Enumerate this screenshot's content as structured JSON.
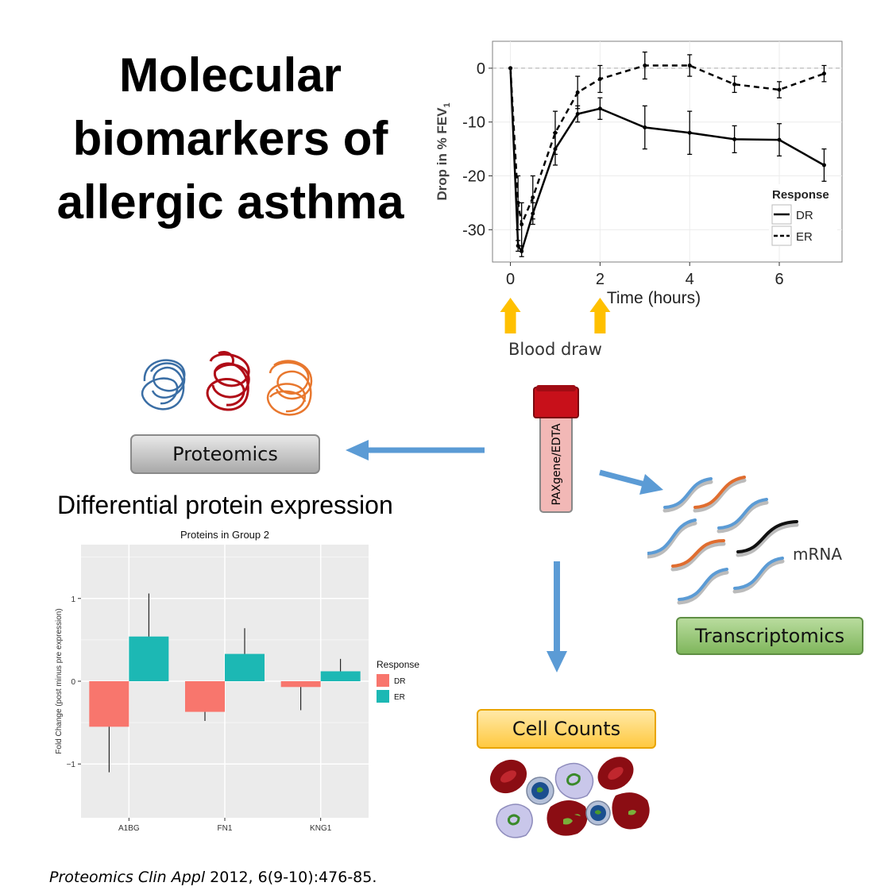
{
  "title_lines": [
    "Molecular",
    "biomarkers of",
    "allergic asthma"
  ],
  "blood_draw_label": "Blood draw",
  "tube_label": "PAXgene/EDTA",
  "proteomics_label": "Proteomics",
  "transcriptomics_label": "Transcriptomics",
  "cell_counts_label": "Cell Counts",
  "mrna_label": "mRNA",
  "differential_heading": "Differential protein expression",
  "citation": {
    "journal": "Proteomics Clin Appl",
    "rest": " 2012, 6(9-10):476-85."
  },
  "colors": {
    "dr": "#f8766d",
    "er": "#1cb8b4",
    "arrow": "#5b9bd5",
    "tick_arrow": "#ffc000",
    "protein_blue": "#3a6ea5",
    "protein_red": "#b00c17",
    "protein_orange": "#e8772e",
    "rbc": "#8b0d13",
    "mrna_blue": "#5b9bd5",
    "mrna_orange": "#e06d2f"
  },
  "icons": [
    "protein-tangle-icon",
    "blood-tube-icon",
    "mrna-strand-icon",
    "red-blood-cell-icon",
    "white-blood-cell-icon",
    "arrow-up-icon"
  ],
  "chart_data": [
    {
      "type": "line",
      "xlabel": "Time (hours)",
      "ylabel": "Drop in % FEV",
      "ylabel_sub": "1",
      "xlim": [
        -0.4,
        7.4
      ],
      "ylim": [
        -36,
        5
      ],
      "xticks": [
        0,
        2,
        4,
        6
      ],
      "yticks": [
        0,
        -10,
        -20,
        -30
      ],
      "grid": true,
      "legend_title": "Response",
      "legend_position": "bottom-right",
      "series": [
        {
          "name": "DR",
          "dash": "solid",
          "points": [
            [
              0,
              0
            ],
            [
              0.17,
              -33
            ],
            [
              0.25,
              -34
            ],
            [
              0.5,
              -27
            ],
            [
              1,
              -15
            ],
            [
              1.5,
              -8.5
            ],
            [
              2,
              -7.5
            ],
            [
              3,
              -11
            ],
            [
              4,
              -12
            ],
            [
              5,
              -13.2
            ],
            [
              6,
              -13.3
            ],
            [
              7,
              -18
            ]
          ],
          "err": [
            0,
            1,
            1,
            2,
            3,
            1.5,
            2,
            4,
            4,
            2.5,
            3,
            3
          ]
        },
        {
          "name": "ER",
          "dash": "dash",
          "points": [
            [
              0,
              0
            ],
            [
              0.17,
              -25
            ],
            [
              0.25,
              -29
            ],
            [
              0.5,
              -24
            ],
            [
              1,
              -12
            ],
            [
              1.5,
              -4.5
            ],
            [
              2,
              -2
            ],
            [
              3,
              0.5
            ],
            [
              4,
              0.5
            ],
            [
              5,
              -3
            ],
            [
              6,
              -4
            ],
            [
              7,
              -1
            ]
          ],
          "err": [
            0,
            5,
            4,
            4,
            4,
            3,
            2.5,
            2.5,
            2,
            1.5,
            1.5,
            1.5
          ]
        }
      ],
      "arrows_at": [
        0,
        2
      ]
    },
    {
      "type": "bar",
      "title": "Proteins in Group 2",
      "ylabel": "Fold Change (post minus pre expression)",
      "categories": [
        "A1BG",
        "FN1",
        "KNG1"
      ],
      "ylim": [
        -1.65,
        1.65
      ],
      "yticks": [
        1,
        0,
        -1
      ],
      "legend_title": "Response",
      "legend_position": "right",
      "series": [
        {
          "name": "DR",
          "values": [
            -0.55,
            -0.37,
            -0.07
          ],
          "err_end": [
            -1.1,
            -0.48,
            -0.35
          ]
        },
        {
          "name": "ER",
          "values": [
            0.54,
            0.33,
            0.12
          ],
          "err_end": [
            1.06,
            0.64,
            0.27
          ]
        }
      ]
    }
  ]
}
